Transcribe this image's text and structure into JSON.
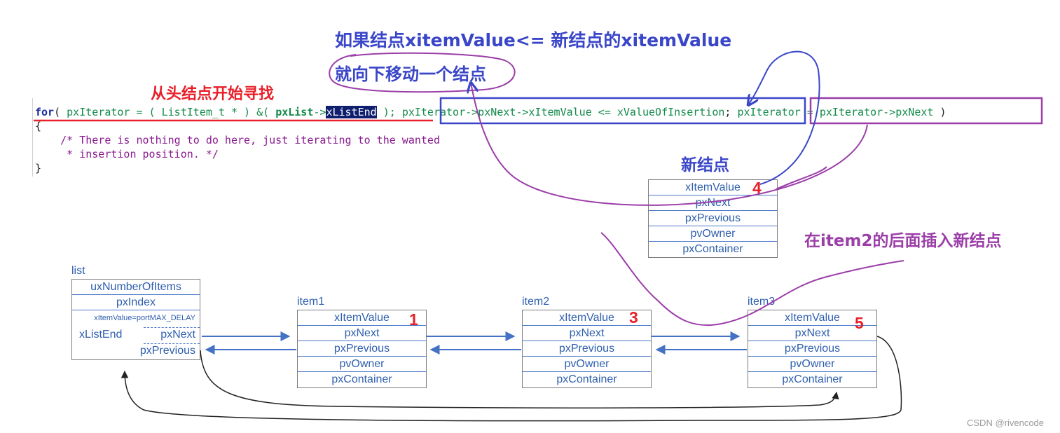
{
  "annotations": {
    "top_line1": "如果结点xitemValue<= 新结点的xitemValue",
    "top_line2": "就向下移动一个结点",
    "start_from_head": "从头结点开始寻找",
    "new_node_title": "新结点",
    "insert_note": "在item2的后面插入新结点"
  },
  "code": {
    "for_kw": "for",
    "p1": "( ",
    "v1": "pxIterator",
    "p2": " = ( ",
    "v2": "ListItem_t",
    "p3": " * ) &( ",
    "v3": "pxList",
    "p4": "->",
    "v4": "xListEnd",
    "p5": " ); ",
    "cond": "pxIterator->pxNext->xItemValue <= xValueOfInsertion",
    "p6": "; ",
    "incr": "pxIterator = pxIterator->pxNext",
    "p7": " )",
    "line1": "{",
    "line2": "    /* There is nothing to do here, just iterating to the wanted",
    "line3": "     * insertion position. */",
    "line4": "}"
  },
  "list": {
    "label": "list",
    "fields": [
      "uxNumberOfItems",
      "pxIndex"
    ],
    "end_value": "xItemValue=portMAX_DELAY",
    "end_name": "xListEnd",
    "end_next": "pxNext",
    "end_prev": "pxPrevious"
  },
  "node_fields": [
    "xItemValue",
    "pxNext",
    "pxPrevious",
    "pvOwner",
    "pxContainer"
  ],
  "items": [
    {
      "label": "item1",
      "number": "1"
    },
    {
      "label": "item2",
      "number": "3"
    },
    {
      "label": "item3",
      "number": "5"
    }
  ],
  "new_node": {
    "number": "4"
  },
  "watermark": "CSDN @rivencode",
  "colors": {
    "blue_annotation": "#3a46c8",
    "red_annotation": "#e8202a",
    "purple_annotation": "#9b3ea8",
    "cell_text": "#2f5fae",
    "arrow_blue": "#4472c4"
  }
}
